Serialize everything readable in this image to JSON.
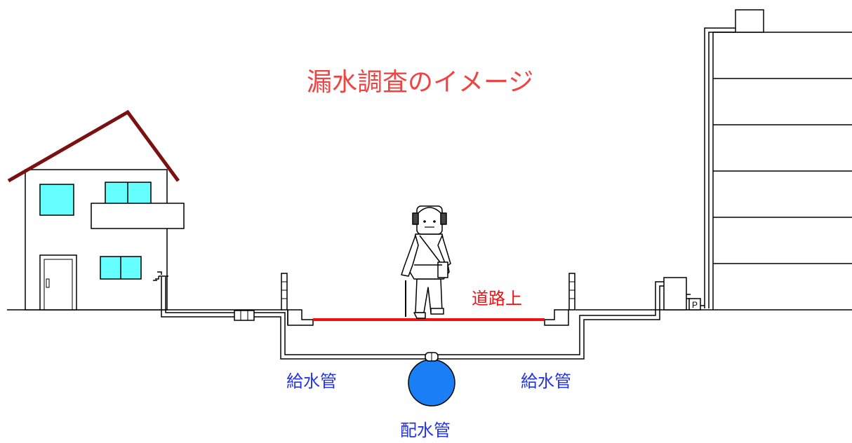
{
  "title": "漏水調査のイメージ",
  "road_label": "道路上",
  "service_pipe_left": "給水管",
  "service_pipe_right": "給水管",
  "main_pipe_label": "配水管",
  "pump_sign": "P",
  "colors": {
    "title": "#ee4444",
    "road": "#ee1111",
    "pipe_label": "#2233ee",
    "main_pipe_fill": "#1a7ef5",
    "window": "#66ffff",
    "roof": "#7a1010",
    "line": "#000000"
  }
}
